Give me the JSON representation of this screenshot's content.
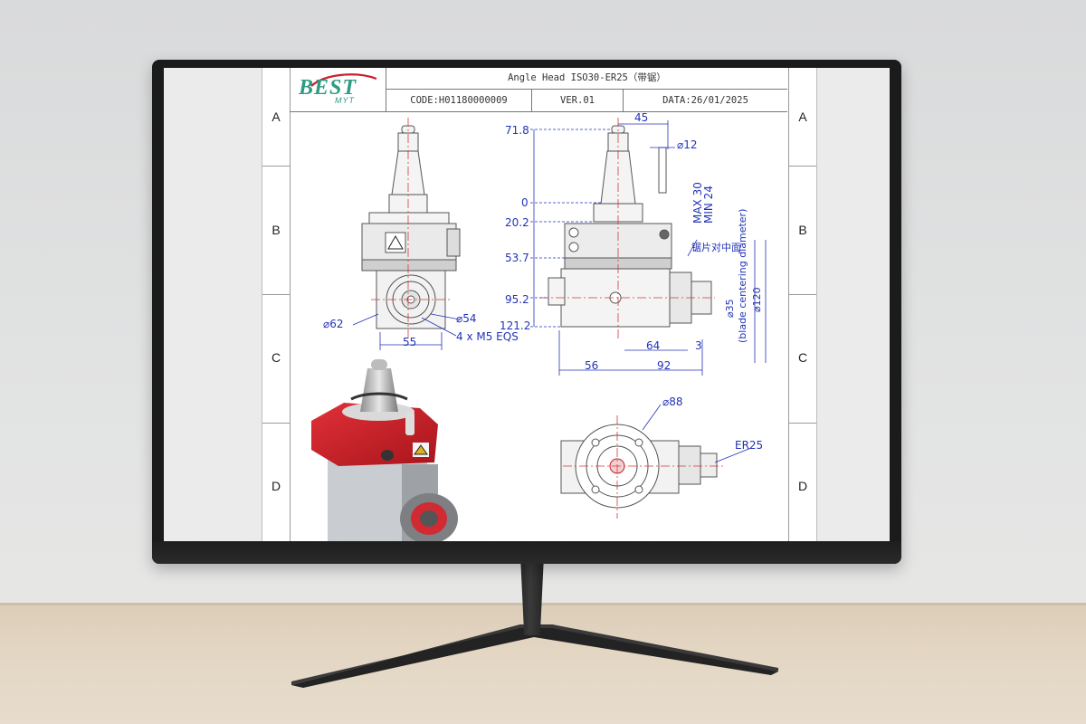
{
  "drawing_sheet": {
    "logo": {
      "brand": "BEST",
      "sub": "MYT"
    },
    "title": "Angle Head ISO30-ER25（带锯）",
    "code": "CODE:H01180000009",
    "version": "VER.01",
    "date": "DATA:26/01/2025",
    "zones": [
      "A",
      "B",
      "C",
      "D"
    ]
  },
  "dimensions": {
    "front_view": {
      "phi62": "⌀62",
      "phi54": "⌀54",
      "w55": "55",
      "holes": "4 x M5 EQS"
    },
    "side_view": {
      "h71_8": "71.8",
      "h0": "0",
      "h20_2": "20.2",
      "h53_7": "53.7",
      "h95_2": "95.2",
      "h121_2": "121.2",
      "w45": "45",
      "phi12": "⌀12",
      "max30": "MAX 30",
      "min24": "MIN 24",
      "blade_cn": "锯片对中面",
      "blade_en": "(blade centering diameter)",
      "phi35": "⌀35",
      "phi120": "⌀120",
      "w64": "64",
      "w3": "3",
      "w56": "56",
      "w92": "92"
    },
    "top_view": {
      "phi88": "⌀88",
      "er25": "ER25"
    }
  },
  "colors": {
    "dimension": "#2233b8",
    "accent_red": "#c8202a",
    "logo": "#2f9b83",
    "bezel": "#1b1b1c"
  }
}
